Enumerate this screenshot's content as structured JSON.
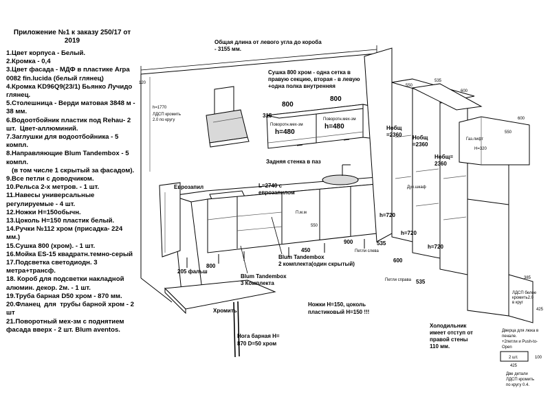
{
  "spec": {
    "title": "Приложение №1 к заказу 250/17 от 2019",
    "items": [
      "1.Цвет корпуса - Белый.",
      "2.Кромка - 0,4",
      "3.Цвет фасада - МДФ в пластике Arpa 0082 fin.lucida (белый глянец)",
      "4.Кромка KD96Q9(23/1) Бьянко Лучидо глянец.",
      "5.Столешница - Верди матовая 3848 м - 38 мм.",
      "6.Водоотбойник пластик под Rehau- 2 шт.  Цвет-аллюминий.",
      "7.Заглушки для водоотбойника - 5 компл.",
      "8.Направляющие Blum Tandembox - 5 компл.",
      "   (в том числе 1 скрытый за фасадом).",
      "9.Все петли с доводчиком.",
      "10.Рельса 2-х метров. - 1 шт.",
      "11.Навесы универсальные регулируемые - 4 шт.",
      "12.Ножки H=150обычн.",
      "13.Цоколь H=150 пластик белый.",
      "14.Ручки №112 хром (присадка- 224 мм.)",
      "15.Сушка 800 (хром). - 1 шт.",
      "16.Мойка ES-15 квадратн.темно-серый",
      "17.Подсветка светодиодн. 3 метра+трансф.",
      "18. Короб для подсветки накладной алюмин. декор. 2м. - 1 шт.",
      "19.Труба барная D50 хром - 870 мм.",
      "20.Фланец  для  трубы барной хром - 2 шт",
      "21.Поворотный мех-зм с поднятием фасада вверх - 2 шт. Blum aventos."
    ]
  },
  "drawing": {
    "total_length": "Общая длина от левого угла до короба\n- 3155 мм.",
    "dryer_note": "Сушка 800 хром - одна сетка в\nправую секцию, вторая - в левую\n+одна полка внутренняя",
    "dim_800_left": "800",
    "dim_800_right": "800",
    "dim_315": "315",
    "dim_h480_left": "h=480",
    "dim_h480_right": "h=480",
    "mech_left": "Поворотн.мех-зм",
    "mech_right": "Поворотн.мех-зм",
    "back_wall_note": "Задняя стенка в паз",
    "dim_120": "120",
    "dim_h1770": "h=1770",
    "dsp_round": "ЛДСП кромить\n2.0 по кругу",
    "eurozapil": "Еврозапил",
    "length_note": "L=2740 с\nеврозапилом",
    "pmm": "П.м.м",
    "dim_550_base": "550",
    "dim_450": "450",
    "dim_900": "900",
    "dim_800_base": "800",
    "dim_205": "205 фальш",
    "tandembox_left": "Blum Tandembox\n3 Комплекта",
    "tandembox_right": "Blum Tandembox\n2 комплекта(один скрытый)",
    "chrome": "Хромить",
    "bar_leg": "Нога барная H=\n870 D=50 хром",
    "legs_note": "Ножки H=150, цоколь\nпластиковый H=150 !!!",
    "dim_550_tall": "550",
    "dim_535_tall": "535",
    "dim_600_tall": "600",
    "dim_600_top": "600",
    "dim_550_top": "550",
    "h_2360_1": "Hобщ\n=2360",
    "h_2360_2": "Hобщ\n=2360",
    "h_2360_3": "Hобщ=\n2360",
    "gaslift": "Газ.лифт",
    "h320": "H=320",
    "oven_cab": "Дух.шкаф",
    "h720_1": "h=720",
    "h720_2": "h=720",
    "h720_3": "h=720",
    "dim_535_b": "535",
    "dim_600_b": "600",
    "dim_535_c": "535",
    "hinges_left": "Петли слева",
    "hinges_right": "Петли справа",
    "fridge_note": "Холодильник\nимеет отступ от\nправой стены\n110 мм.",
    "dim_385": "385",
    "dim_425_side": "425",
    "side_panel_note": "ЛДСП белое\nкромить2.0\nв круг",
    "pencil_door": "Дверца для люка в\nпенале.\n+2петли и Push-to-\nOpen",
    "pieces": "2 шт.",
    "dim_100": "100",
    "dim_425_small": "425",
    "two_details": "Две детали\nЛДСП кромить\nпо кругу 0.4."
  }
}
